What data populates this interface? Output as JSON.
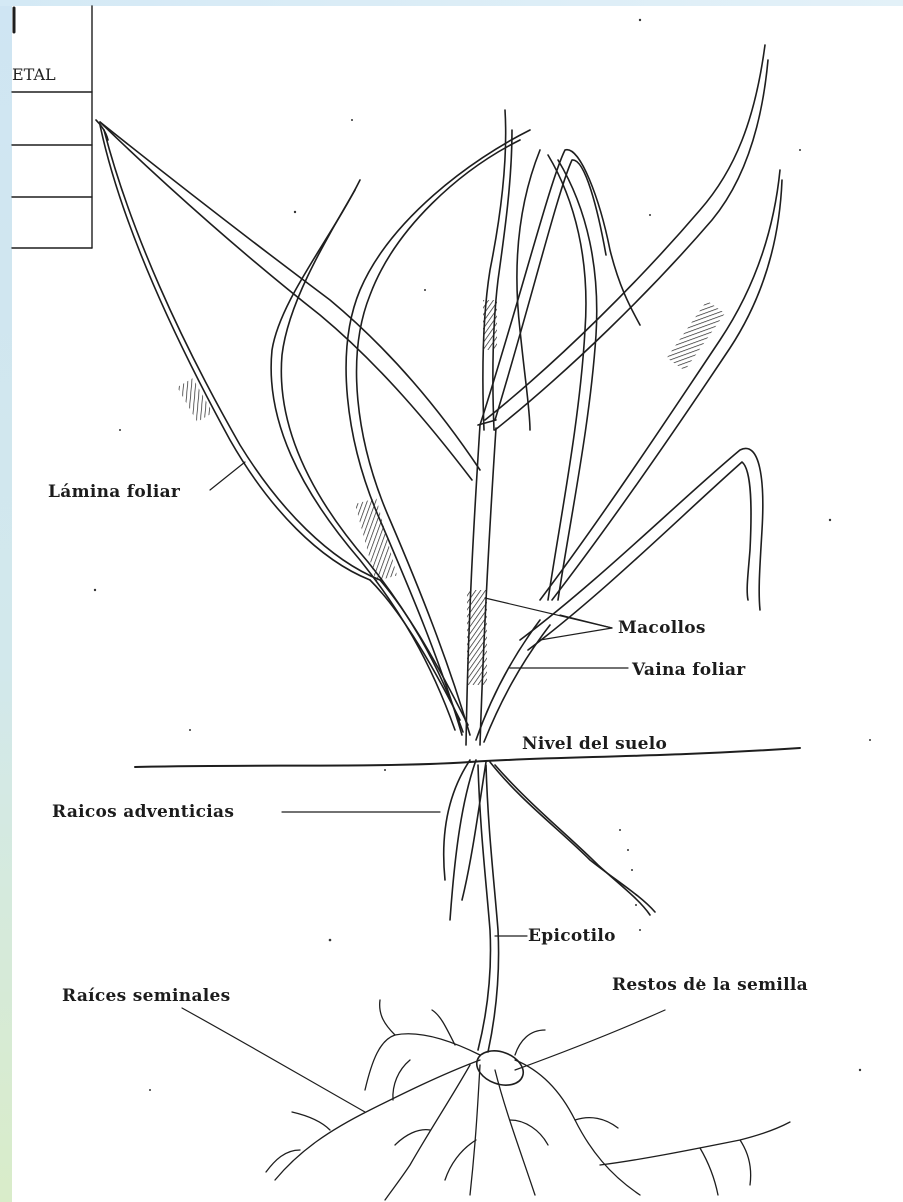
{
  "header_fragment": "ETAL",
  "labels": {
    "lamina": "Lámina foliar",
    "macollos": "Macollos",
    "vaina": "Vaina foliar",
    "nivel": "Nivel del suelo",
    "adventicias": "Raicos adventicias",
    "epicotilo": "Epicotilo",
    "seminales": "Raíces seminales",
    "restos": "Restos de la semilla"
  },
  "colors": {
    "ink": "#1e1e1e",
    "sidebar_top": "#cfe5f3",
    "sidebar_bottom": "#d9ecc9"
  }
}
